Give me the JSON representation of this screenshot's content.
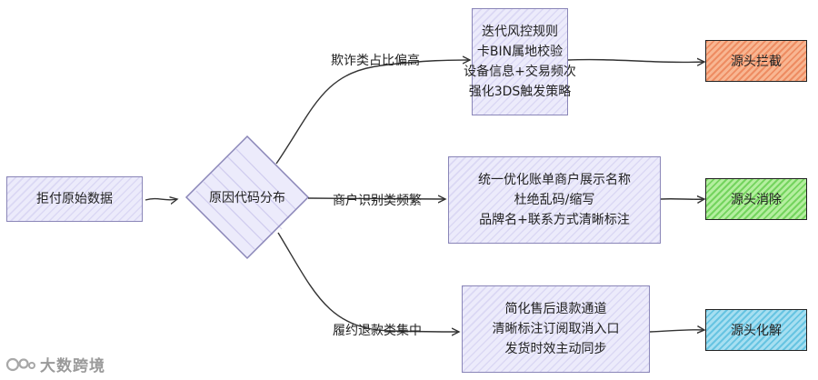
{
  "start": {
    "label": "拒付原始数据"
  },
  "decision": {
    "label": "原因代码分布"
  },
  "branches": [
    {
      "edge_label": "欺诈类占比偏高",
      "actions": [
        "迭代风控规则",
        "卡BIN属地校验",
        "设备信息+交易频次",
        "强化3DS触发策略"
      ],
      "result": "源头拦截",
      "result_color": "#f26a2e"
    },
    {
      "edge_label": "商户识别类频繁",
      "actions": [
        "统一优化账单商户展示名称",
        "杜绝乱码/缩写",
        "品牌名+联系方式清晰标注"
      ],
      "result": "源头消除",
      "result_color": "#4cc933"
    },
    {
      "edge_label": "履约退款类集中",
      "actions": [
        "简化售后退款通道",
        "清晰标注订阅取消入口",
        "发货时效主动同步"
      ],
      "result": "源头化解",
      "result_color": "#2fb2dd"
    }
  ],
  "watermark": {
    "text": "大数跨境"
  }
}
